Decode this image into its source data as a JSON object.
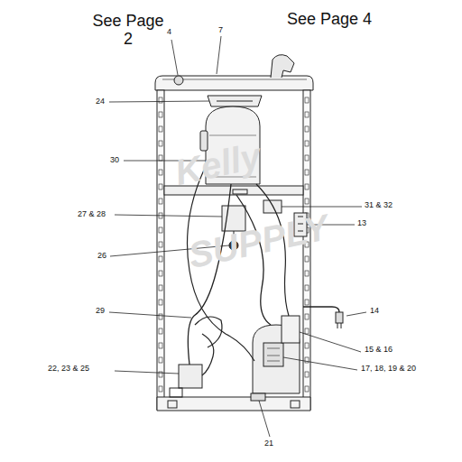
{
  "diagram": {
    "labels": [
      "See Page 2",
      "See Page 4",
      "4",
      "7",
      "24",
      "30",
      "27 & 28",
      "26",
      "31 & 32",
      "13",
      "29",
      "14",
      "22, 23 & 25",
      "15 & 16",
      "17, 18, 19 & 20",
      "21",
      "Kelly",
      "SUPPLY"
    ]
  }
}
